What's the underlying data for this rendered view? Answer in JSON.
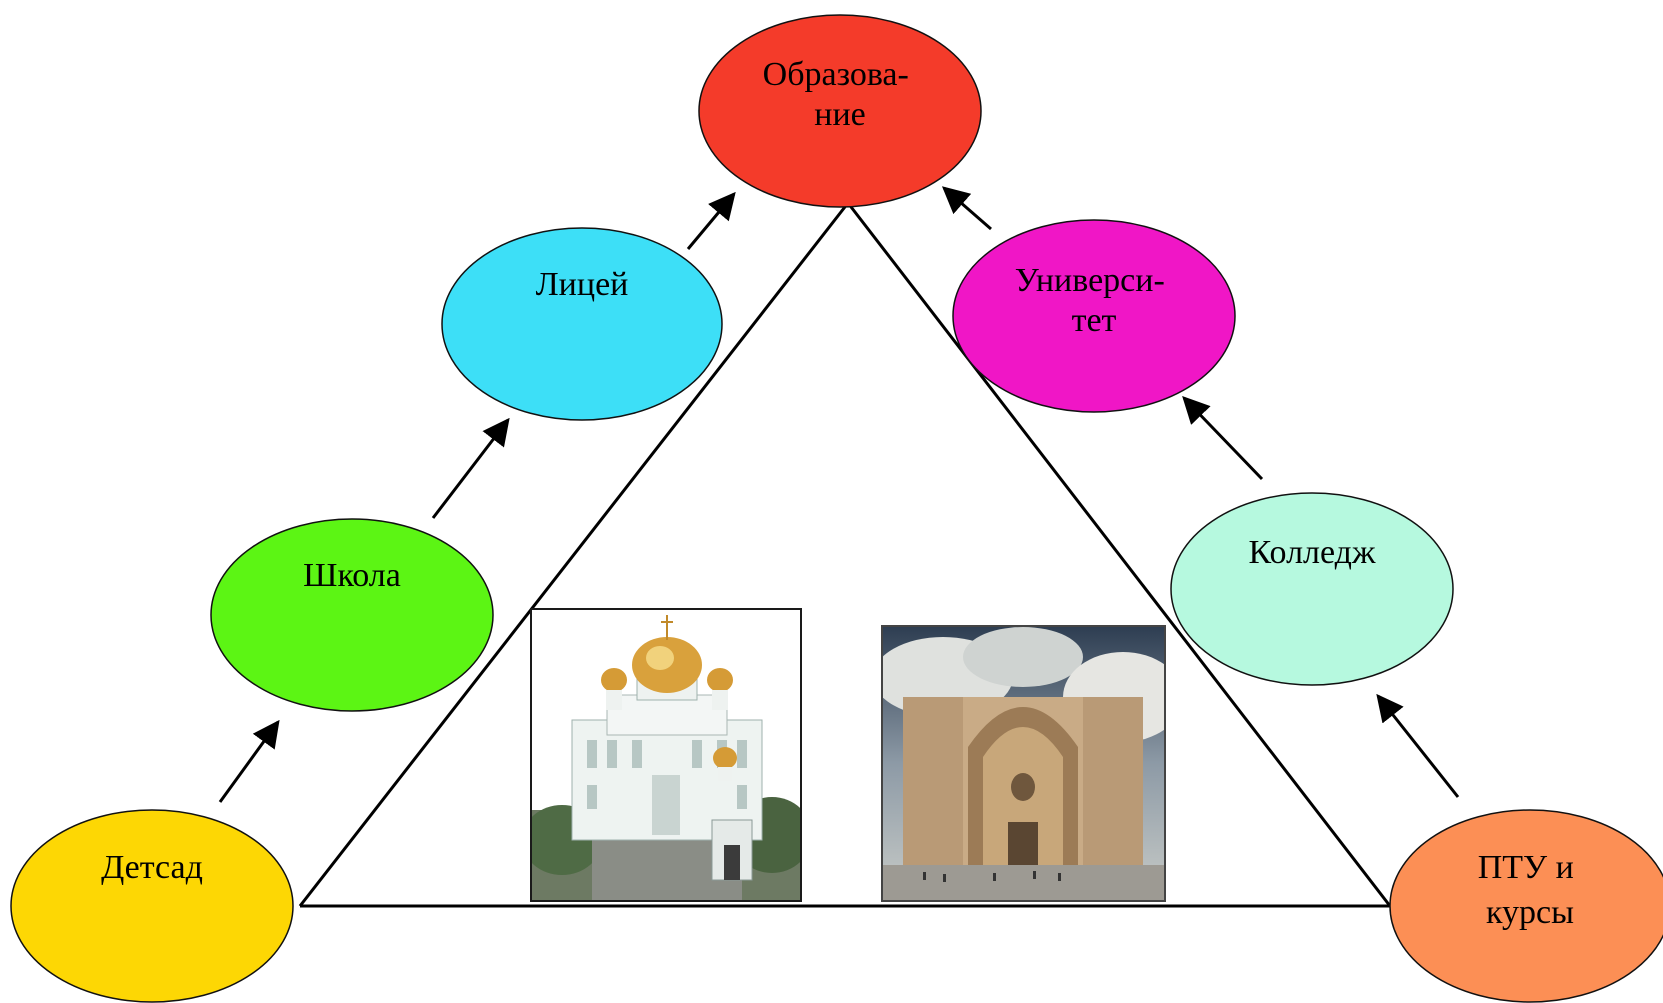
{
  "diagram": {
    "nodes": [
      {
        "id": "obrazovanie",
        "lines": [
          "Образова-",
          "ние"
        ],
        "color": "#f43b2a"
      },
      {
        "id": "litsey",
        "lines": [
          "Лицей"
        ],
        "color": "#3ddff7"
      },
      {
        "id": "universitet",
        "lines": [
          "Универси-",
          "тет"
        ],
        "color": "#f016c6"
      },
      {
        "id": "shkola",
        "lines": [
          "Школа"
        ],
        "color": "#5cf514"
      },
      {
        "id": "kolledzh",
        "lines": [
          "Колледж"
        ],
        "color": "#b6f9df"
      },
      {
        "id": "detsad",
        "lines": [
          "Детсад"
        ],
        "color": "#fdd704"
      },
      {
        "id": "ptu",
        "lines": [
          "ПТУ и",
          "курсы"
        ],
        "color": "#fc8f55"
      }
    ],
    "edges": [
      {
        "from": "detsad",
        "to": "shkola"
      },
      {
        "from": "shkola",
        "to": "litsey"
      },
      {
        "from": "litsey",
        "to": "obrazovanie"
      },
      {
        "from": "ptu",
        "to": "kolledzh"
      },
      {
        "from": "kolledzh",
        "to": "universitet"
      },
      {
        "from": "universitet",
        "to": "obrazovanie"
      }
    ],
    "images": [
      {
        "id": "cathedral",
        "depicts": "cathedral-photo"
      },
      {
        "id": "mausoleum",
        "depicts": "mausoleum-photo"
      }
    ]
  }
}
